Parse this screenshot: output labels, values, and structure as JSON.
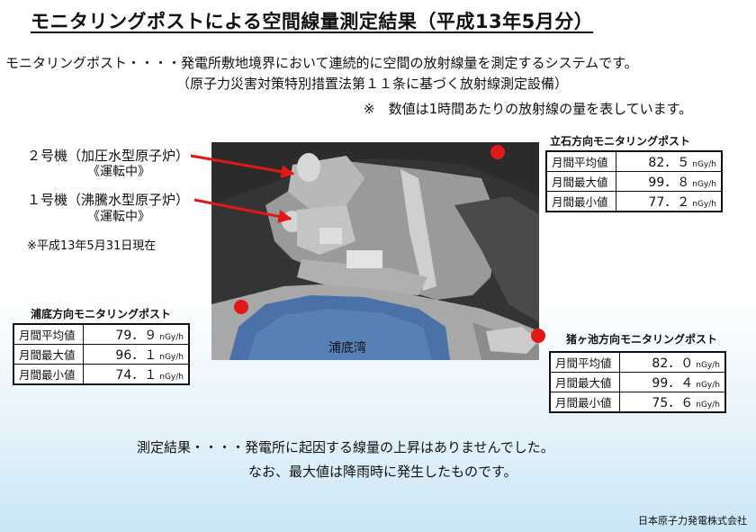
{
  "title": "モニタリングポストによる空間線量測定結果（平成13年5月分）",
  "description": {
    "line1": "モニタリングポスト・・・・発電所敷地境界において連続的に空間の放射線量を測定するシステムです。",
    "line2": "（原子力災害対策特別措置法第１１条に基づく放射線測定設備）",
    "note": "※　数値は1時間あたりの放射線の量を表しています。"
  },
  "units": {
    "unit2": {
      "name": "２号機（加圧水型原子炉）",
      "status": "《運転中》"
    },
    "unit1": {
      "name": "１号機（沸騰水型原子炉）",
      "status": "《運転中》"
    },
    "as_of": "※平成13年5月31日現在"
  },
  "map": {
    "bay_label": "浦底湾",
    "marker_color": "#e01818",
    "arrow_color": "#e01818"
  },
  "unit_suffix": "nGy/h",
  "row_labels": [
    "月間平均値",
    "月間最大値",
    "月間最小値"
  ],
  "posts": {
    "tateishi": {
      "title": "立石方向モニタリングポスト",
      "values": [
        "82．５",
        "99．８",
        "77．２"
      ]
    },
    "uranosoko": {
      "title": "浦底方向モニタリングポスト",
      "values": [
        "79．９",
        "96．１",
        "74．１"
      ]
    },
    "inokaike": {
      "title": "猪ヶ池方向モニタリングポスト",
      "values": [
        "82．０",
        "99．４",
        "75．６"
      ]
    }
  },
  "result": {
    "line1": "測定結果・・・・発電所に起因する線量の上昇はありませんでした。",
    "line2": "なお、最大値は降雨時に発生したものです。"
  },
  "company": "日本原子力発電株式会社"
}
